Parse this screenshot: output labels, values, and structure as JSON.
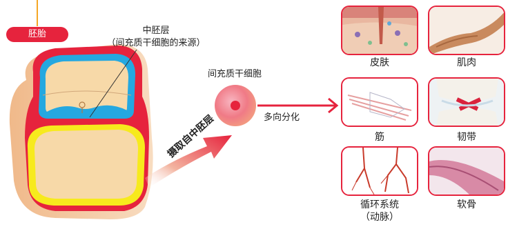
{
  "embryo": {
    "badge": "胚胎",
    "mesoderm_label": "中胚层",
    "mesoderm_note": "（间充质干细胞的来源）"
  },
  "stem_cell": {
    "label": "间充质干细胞",
    "extract_label": "摄取自中胚层",
    "differentiation_label": "多向分化"
  },
  "tissues": [
    {
      "label": "皮肤"
    },
    {
      "label": "肌肉"
    },
    {
      "label": "筋"
    },
    {
      "label": "韧带"
    },
    {
      "label": "循环系统"
    },
    {
      "label": "软骨"
    }
  ],
  "tissue_notes": {
    "circulatory_sub": "（动脉）"
  },
  "colors": {
    "accent": "#e6233d",
    "embryo_fill": "#f7d9a8",
    "outer_skin": "#f3c59b",
    "blue_layer": "#25a8e0",
    "yellow_layer": "#f7ea1d"
  }
}
